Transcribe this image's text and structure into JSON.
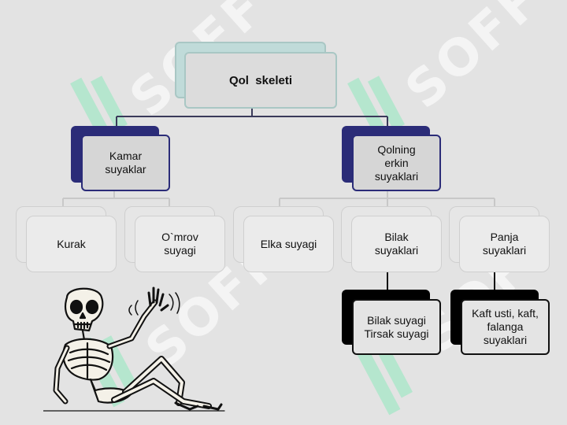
{
  "root": {
    "label": "Qol  skeleti"
  },
  "level1": [
    {
      "label": "Kamar\nsuyaklar"
    },
    {
      "label": "Qolning\nerkin\nsuyaklari"
    }
  ],
  "level2": [
    {
      "label": "Kurak"
    },
    {
      "label": "O`mrov\nsuyagi"
    },
    {
      "label": "Elka suyagi"
    },
    {
      "label": "Bilak\nsuyaklari"
    },
    {
      "label": "Panja\nsuyaklari"
    }
  ],
  "level3": [
    {
      "label": "Bilak suyagi\nTirsak suyagi"
    },
    {
      "label": "Kaft usti, kaft,\nfalanga\nsuyaklari"
    }
  ],
  "watermark": "SOFF",
  "colors": {
    "navy": "#2b2c78",
    "black": "#000000",
    "teal": "#c0dbd9",
    "line": "#3a3a5a"
  }
}
